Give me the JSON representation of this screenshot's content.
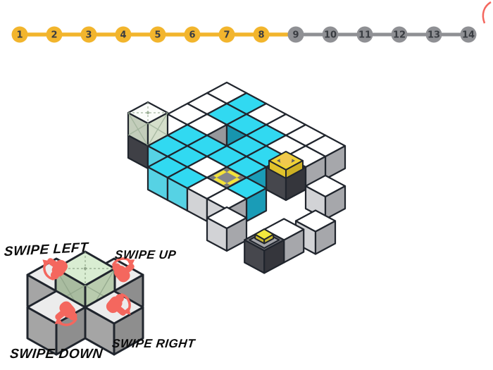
{
  "level_bar": {
    "unlocked_color": "#f2b52d",
    "locked_color": "#8f9094",
    "number_color": "#3a3d42",
    "levels": [
      {
        "n": "1",
        "unlocked": true
      },
      {
        "n": "2",
        "unlocked": true
      },
      {
        "n": "3",
        "unlocked": true
      },
      {
        "n": "4",
        "unlocked": true
      },
      {
        "n": "5",
        "unlocked": true
      },
      {
        "n": "6",
        "unlocked": true
      },
      {
        "n": "7",
        "unlocked": true
      },
      {
        "n": "8",
        "unlocked": true
      },
      {
        "n": "9",
        "unlocked": false
      },
      {
        "n": "10",
        "unlocked": false
      },
      {
        "n": "11",
        "unlocked": false
      },
      {
        "n": "12",
        "unlocked": false
      },
      {
        "n": "13",
        "unlocked": false
      },
      {
        "n": "14",
        "unlocked": false
      }
    ]
  },
  "board": {
    "outline": "#20252d",
    "palette": {
      "white": {
        "top": "#ffffff",
        "sw": "#d2d3d6",
        "se": "#a6a7ab"
      },
      "cyan": {
        "top": "#31d9f1",
        "sw": "#56d2e4",
        "se": "#1a9cb7"
      },
      "dark": {
        "top": "#707177",
        "sw": "#46474d",
        "se": "#35363c"
      },
      "player": {
        "top": "#fbfdfa",
        "sw": "#c3cdbb",
        "se": "#d5dfcb",
        "line": "#9fb29a"
      }
    },
    "hole": {
      "left_wall": "#97989c",
      "right_wall": "#1795ae"
    },
    "specials": {
      "basket": {
        "rim": "#efd236",
        "wall": "#e0c22c",
        "wall_dark": "#cdb024",
        "hole": "#5a5b61",
        "ball": "#f1c84e"
      },
      "socket": {
        "plate": "#85868b",
        "ring": "#f4e339",
        "notch": "#77787d"
      },
      "button": {
        "plinth": "#a2a3a8",
        "pad_top": "#f3e93e",
        "pad_side": "#cbb92f"
      }
    },
    "cubes": [
      {
        "r": 0,
        "c": 0,
        "t": "white"
      },
      {
        "r": 0,
        "c": 1,
        "t": "cyan"
      },
      {
        "r": 0,
        "c": 2,
        "t": "white"
      },
      {
        "r": 0,
        "c": 3,
        "t": "white"
      },
      {
        "r": 0,
        "c": 4,
        "t": "white"
      },
      {
        "r": 0,
        "c": 5,
        "t": "white"
      },
      {
        "r": 1,
        "c": 0,
        "t": "white"
      },
      {
        "r": 1,
        "c": 1,
        "t": "cyan"
      },
      {
        "r": 1,
        "c": 2,
        "t": "cyan"
      },
      {
        "r": 1,
        "c": 3,
        "t": "cyan"
      },
      {
        "r": 1,
        "c": 4,
        "t": "white"
      },
      {
        "r": 1,
        "c": 5,
        "t": "white"
      },
      {
        "r": 2,
        "c": 0,
        "t": "white"
      },
      {
        "r": 2,
        "c": 1,
        "t": "white"
      },
      {
        "r": 2,
        "c": 2,
        "t": "hole"
      },
      {
        "r": 2,
        "c": 3,
        "t": "cyan"
      },
      {
        "r": 2,
        "c": 4,
        "t": "cyan"
      },
      {
        "r": 2,
        "c": 5,
        "t": "dark",
        "special": "basket"
      },
      {
        "r": 3,
        "c": 0,
        "t": "white",
        "sw": "#55565c"
      },
      {
        "r": 3,
        "c": 1,
        "t": "cyan"
      },
      {
        "r": 3,
        "c": 2,
        "t": "cyan"
      },
      {
        "r": 3,
        "c": 3,
        "t": "cyan"
      },
      {
        "r": 3,
        "c": 4,
        "t": "cyan"
      },
      {
        "r": 4,
        "c": 0,
        "t": "white",
        "sw": "#3f4046",
        "special": "player"
      },
      {
        "r": 4,
        "c": 1,
        "t": "cyan"
      },
      {
        "r": 4,
        "c": 2,
        "t": "cyan"
      },
      {
        "r": 4,
        "c": 3,
        "t": "white"
      },
      {
        "r": 4,
        "c": 4,
        "t": "white",
        "special": "socket"
      },
      {
        "r": 4,
        "c": 5,
        "t": "cyan"
      },
      {
        "r": 5,
        "c": 2,
        "t": "cyan"
      },
      {
        "r": 5,
        "c": 3,
        "t": "cyan"
      },
      {
        "r": 5,
        "c": 4,
        "t": "white"
      },
      {
        "r": 5,
        "c": 5,
        "t": "white"
      },
      {
        "r": 5.9,
        "c": 5.9,
        "t": "white"
      },
      {
        "r": 1.9,
        "c": 6.9,
        "t": "white"
      },
      {
        "r": 3.8,
        "c": 8.3,
        "t": "white"
      },
      {
        "r": 5.0,
        "c": 7.9,
        "t": "white"
      },
      {
        "r": 6.0,
        "c": 7.9,
        "t": "dark",
        "special": "button"
      }
    ]
  },
  "tutorial": {
    "labels": {
      "left": "SWIPE LEFT",
      "up": "SWIPE UP",
      "down": "SWIPE DOWN",
      "right": "SWIPE RIGHT"
    },
    "hand_color": "#f4675e",
    "gray_cube": {
      "top": "#ececec",
      "sw": "#a5a5a5",
      "se": "#8e8e8e"
    },
    "green_cube": {
      "top": "#d9edd2",
      "sw": "#a9bca0",
      "se": "#b9ccae",
      "line": "#8fa489"
    }
  },
  "decoration": {
    "corner_swoosh_color": "#f4675e"
  }
}
